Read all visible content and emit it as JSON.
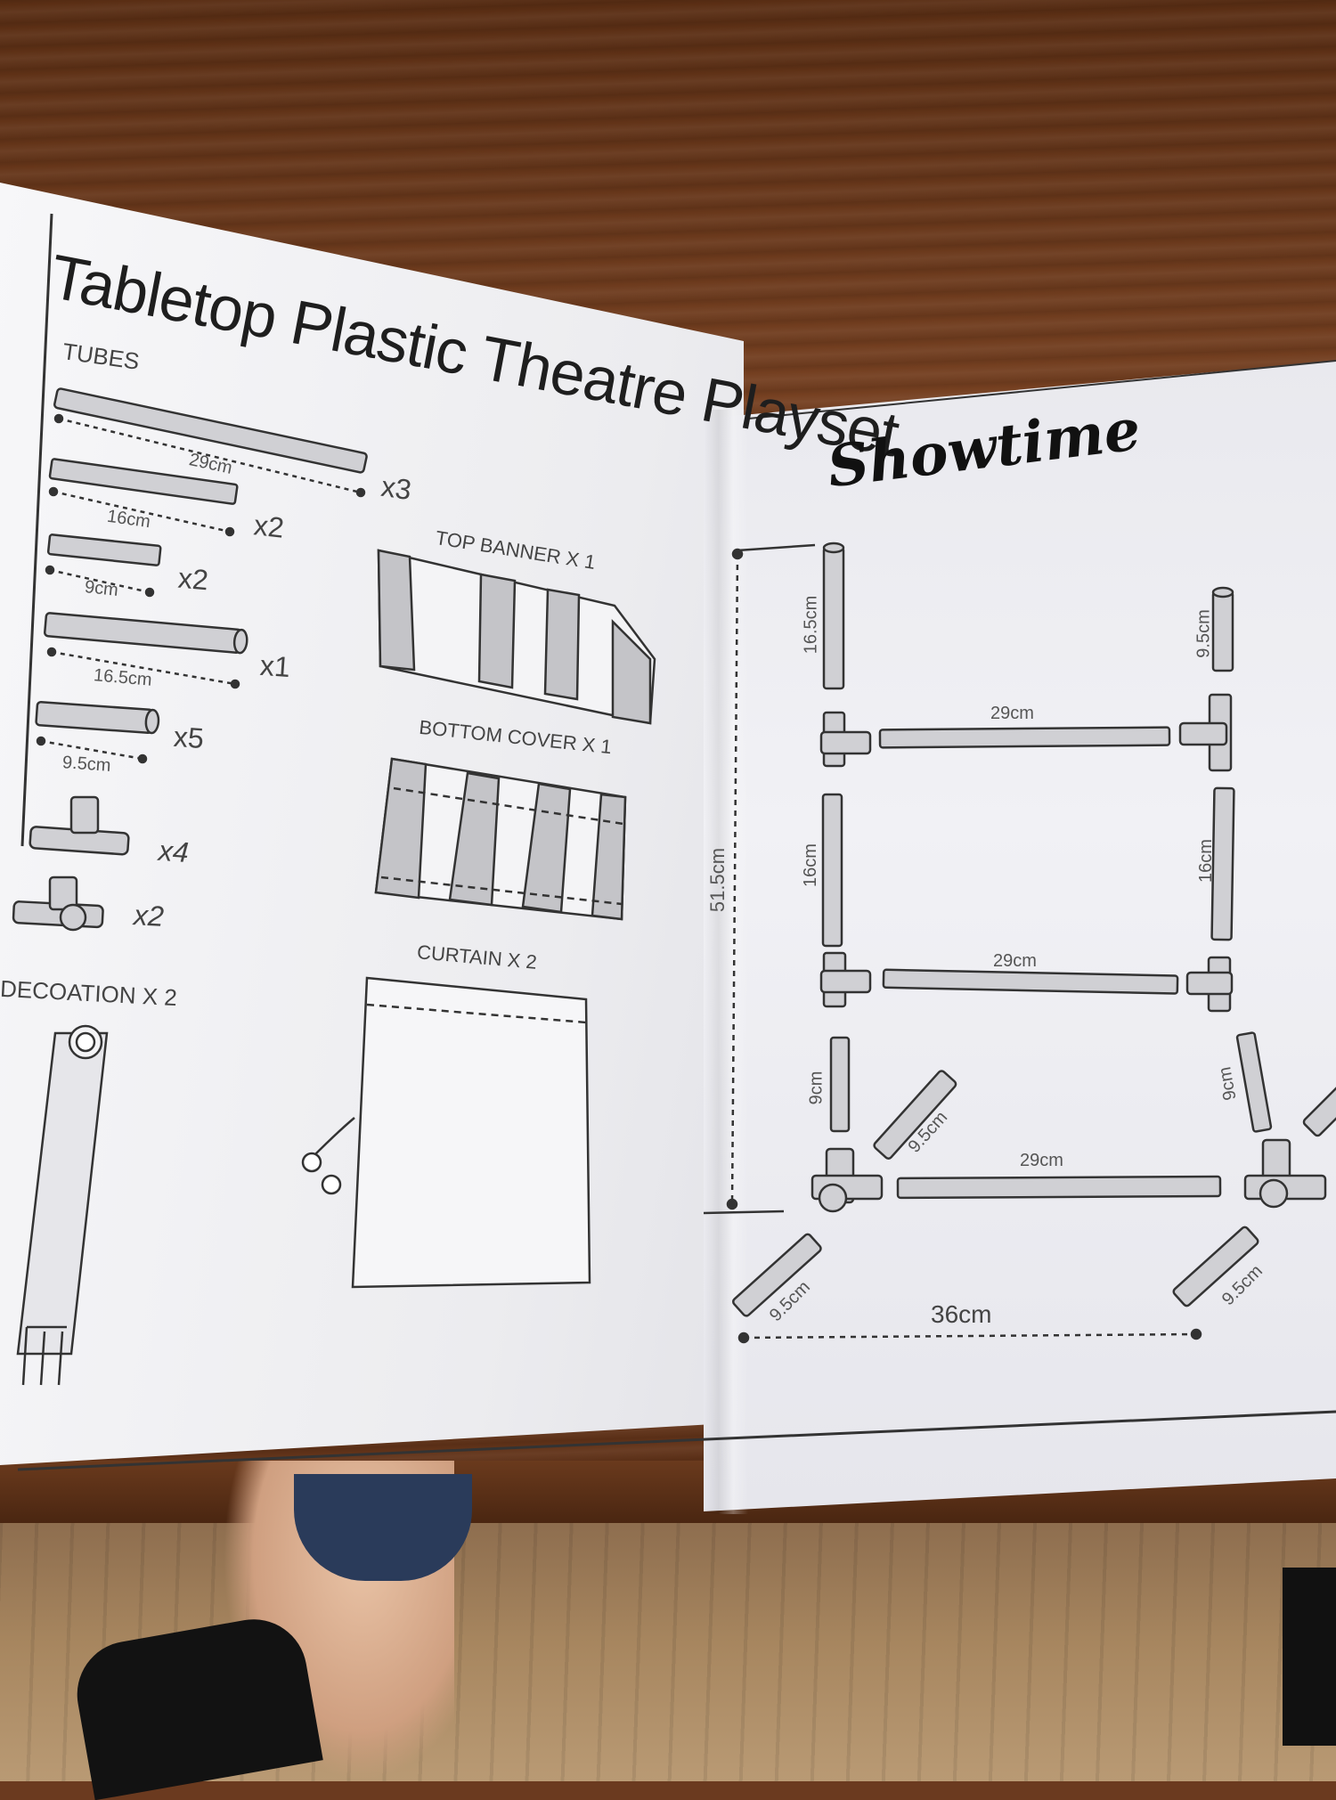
{
  "title": "Tabletop Plastic Theatre Playset",
  "brand": "Showtime",
  "tubes": {
    "heading": "TUBES",
    "items": [
      {
        "length": "29cm",
        "qty": "x3"
      },
      {
        "length": "16cm",
        "qty": "x2"
      },
      {
        "length": "9cm",
        "qty": "x2"
      },
      {
        "length": "16.5cm",
        "qty": "x1"
      },
      {
        "length": "9.5cm",
        "qty": "x5"
      }
    ],
    "connectors": [
      {
        "qty": "x4"
      },
      {
        "qty": "x2"
      }
    ]
  },
  "decoration": {
    "label": "DECOATION X 2"
  },
  "top_banner": {
    "label": "TOP BANNER X 1"
  },
  "bottom_cover": {
    "label": "BOTTOM COVER X 1"
  },
  "curtain": {
    "label": "CURTAIN X 2"
  },
  "assembly": {
    "height": "51.5cm",
    "width": "36cm",
    "left_column": [
      "16.5cm",
      "16cm",
      "9cm"
    ],
    "right_column": [
      "9.5cm",
      "16cm",
      "9cm"
    ],
    "crossbars": [
      "29cm",
      "29cm",
      "29cm"
    ],
    "feet": [
      "9.5cm",
      "9.5cm",
      "9.5cm"
    ]
  }
}
